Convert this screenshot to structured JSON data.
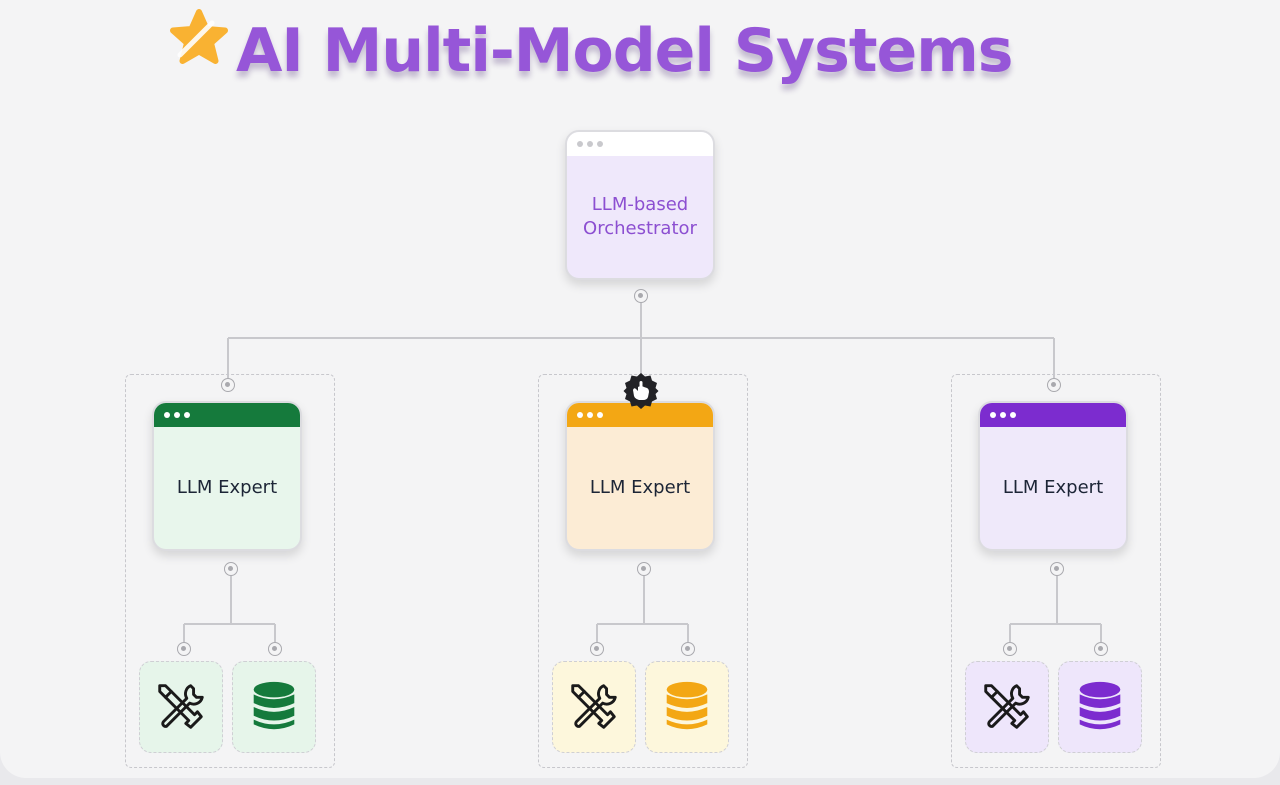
{
  "title": {
    "text": "AI Multi-Model Systems",
    "icon": "star-icon"
  },
  "orchestrator": {
    "label": "LLM-based\nOrchestrator",
    "bar_color": "#ffffff",
    "bg_color": "#efe8fb",
    "dot_color": "#c9c9cd"
  },
  "experts": [
    {
      "label": "LLM Expert",
      "accent": "#157a3c",
      "bg": "#e8f6ec",
      "tool_bg": "#e6f5ea",
      "dot_color": "#ffffff",
      "tools": [
        {
          "icon": "tools-icon"
        },
        {
          "icon": "database-icon"
        }
      ]
    },
    {
      "label": "LLM Expert",
      "accent": "#f3a714",
      "bg": "#fcecd5",
      "tool_bg": "#fdf7dc",
      "dot_color": "#ffffff",
      "tools": [
        {
          "icon": "tools-icon"
        },
        {
          "icon": "database-icon"
        }
      ]
    },
    {
      "label": "LLM Expert",
      "accent": "#7c2ccf",
      "bg": "#efe9fa",
      "tool_bg": "#eee6fb",
      "dot_color": "#ffffff",
      "tools": [
        {
          "icon": "tools-icon"
        },
        {
          "icon": "database-icon"
        }
      ]
    }
  ],
  "badge": {
    "icon": "robot-hand-badge-icon"
  }
}
